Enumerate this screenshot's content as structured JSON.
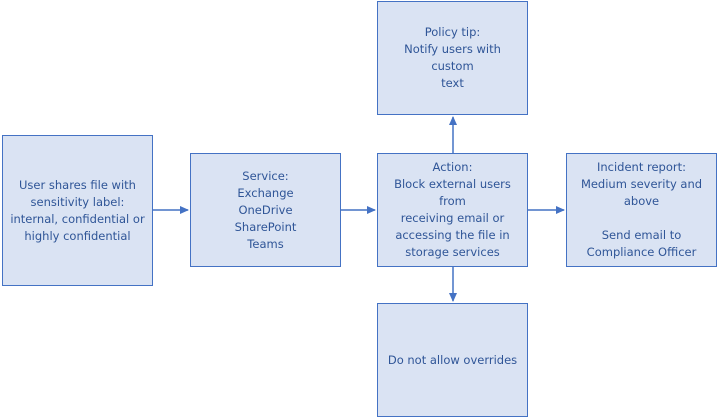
{
  "colors": {
    "box_fill": "#dae3f3",
    "box_border": "#4472c4",
    "text": "#2f5597",
    "connector": "#4472c4"
  },
  "nodes": {
    "user_shares": "User shares file with\nsensitivity label:\ninternal, confidential or\nhighly confidential",
    "service": "Service:\nExchange\nOneDrive\nSharePoint\nTeams",
    "action": "Action:\nBlock external users from\nreceiving email or\naccessing the file in\nstorage services",
    "incident": "Incident report:\nMedium severity and\nabove\n\nSend email to\nCompliance Officer",
    "policy_tip": "Policy tip:\nNotify users with custom\ntext",
    "overrides": "Do not allow overrides"
  },
  "edges": [
    {
      "from": "user_shares",
      "to": "service"
    },
    {
      "from": "service",
      "to": "action"
    },
    {
      "from": "action",
      "to": "incident"
    },
    {
      "from": "action",
      "to": "policy_tip"
    },
    {
      "from": "action",
      "to": "overrides"
    }
  ]
}
